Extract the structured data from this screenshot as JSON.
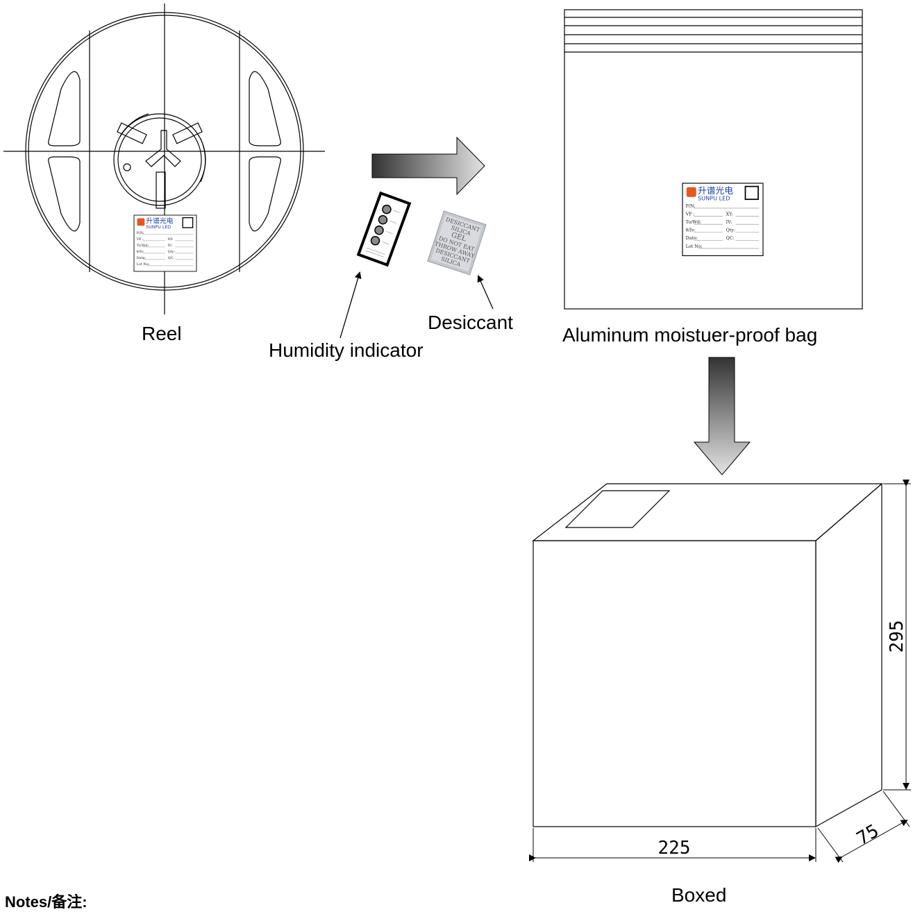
{
  "captions": {
    "reel": "Reel",
    "humidity_indicator": "Humidity indicator",
    "desiccant": "Desiccant",
    "bag": "Aluminum moistuer-proof bag",
    "boxed": "Boxed"
  },
  "notes_heading": "Notes/备注:",
  "label": {
    "brand_cn": "升谱光电",
    "brand_en": "SUNPU LED",
    "fields": [
      "P/N:",
      "VF :",
      "XY:",
      "To/Wd:",
      "IV:",
      "θ/Iv:",
      "Qty:",
      "Date:",
      "QC:",
      "Lot No:"
    ]
  },
  "desiccant_text": [
    "DESICCANT",
    "SILICA",
    "GEL",
    "DO NOT EAT",
    "THROW AWAY",
    "DESICCANT",
    "SILICA"
  ],
  "box_dimensions": {
    "width": "225",
    "depth": "75",
    "height": "295"
  },
  "colors": {
    "arrow_dark": "#3a3a3a",
    "arrow_light": "#e0e0e0",
    "brand_blue": "#1a3fa8",
    "brand_orange": "#e8561c",
    "line": "#000000"
  }
}
